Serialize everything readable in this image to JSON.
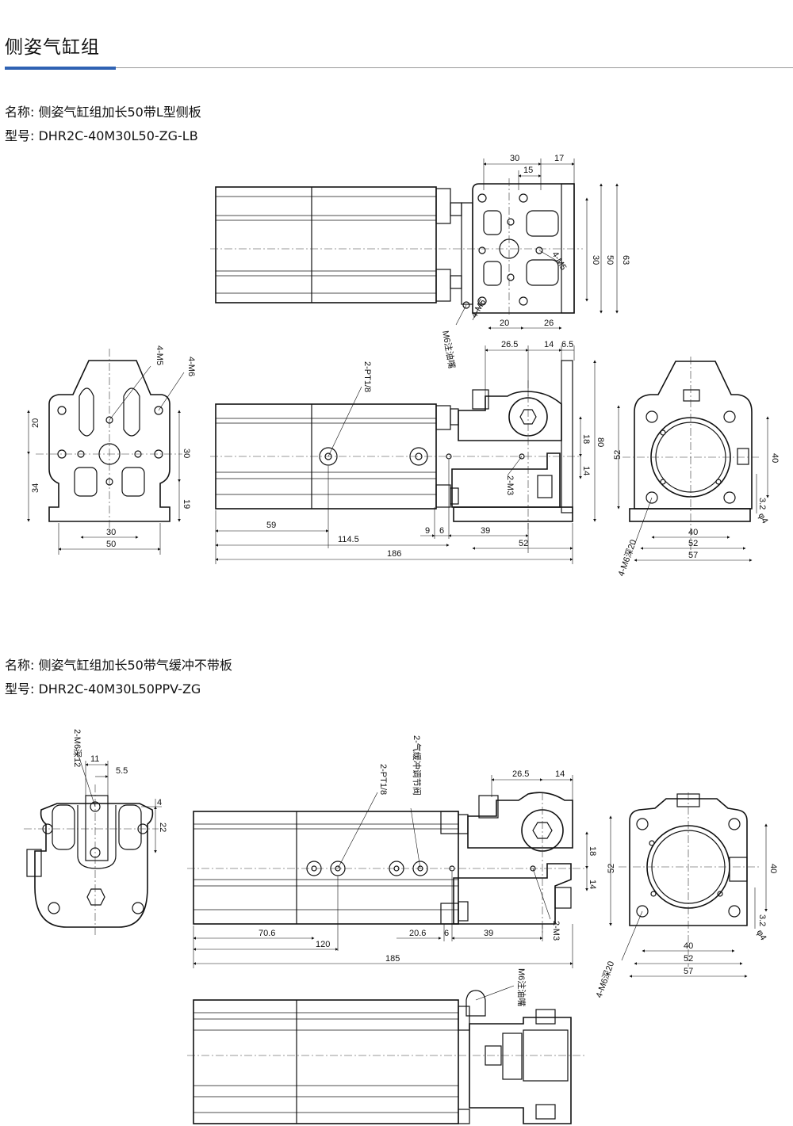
{
  "header": {
    "title": "侧姿气缸组"
  },
  "products": [
    {
      "name": "名称: 侧姿气缸组加长50带L型侧板",
      "model": "型号: DHR2C-40M30L50-ZG-LB"
    },
    {
      "name": "名称: 侧姿气缸组加长50带气缓冲不带板",
      "model": "型号: DHR2C-40M30L50PPV-ZG"
    }
  ],
  "drawing1": {
    "top_view": {
      "d30": "30",
      "d17": "17",
      "d15": "15",
      "d20": "20",
      "d26": "26",
      "v30": "30",
      "v50": "50",
      "v63": "63",
      "thread_m5": "4-M5",
      "thread_m6": "4-M6",
      "grease": "M6注油嘴"
    },
    "side_view": {
      "d26_5": "26.5",
      "d14": "14",
      "d6_5": "6.5",
      "pt": "2-PT1/8",
      "m3": "2-M3",
      "v18": "18",
      "v80": "80",
      "v14": "14",
      "h59": "59",
      "h114_5": "114.5",
      "h186": "186",
      "h9": "9",
      "h6": "6",
      "h39": "39",
      "h52": "52"
    },
    "left_view": {
      "m5": "4-M5",
      "m6": "4-M6",
      "v20": "20",
      "v34": "34",
      "v30": "30",
      "v19": "19",
      "h30": "30",
      "h50": "50"
    },
    "end_view": {
      "v52": "52",
      "v40": "40",
      "v3_2": "3.2",
      "phi4": "φ4",
      "h40": "40",
      "h52": "52",
      "h57": "57",
      "m6deep": "4-M6深20"
    }
  },
  "drawing2": {
    "left_view": {
      "m6deep12": "2-M6深12",
      "d11": "11",
      "d5_5": "5.5",
      "v4": "4",
      "v22": "22"
    },
    "side_view": {
      "pt": "2-PT1/8",
      "cushion": "2-气缓冲调节阀",
      "d26_5": "26.5",
      "d14": "14",
      "v18": "18",
      "v14": "14",
      "m3": "2-M3",
      "h70_6": "70.6",
      "h20_6": "20.6",
      "h6": "6",
      "h39": "39",
      "h120": "120",
      "h185": "185"
    },
    "end_view": {
      "v52": "52",
      "v40": "40",
      "v3_2": "3.2",
      "phi4": "φ4",
      "h40": "40",
      "h52": "52",
      "h57": "57",
      "m6deep": "4-M6深20"
    },
    "bottom_view": {
      "grease": "M6注油嘴"
    }
  }
}
